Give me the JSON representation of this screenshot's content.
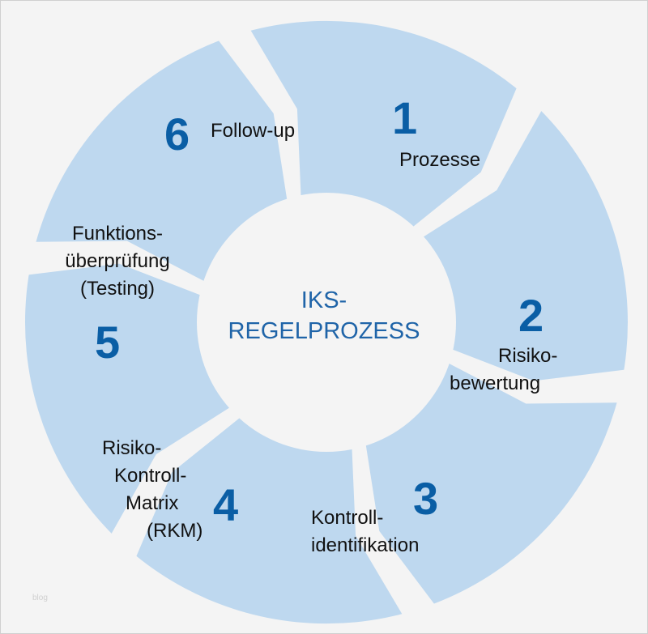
{
  "center_title": {
    "line1": "IKS-",
    "line2": "REGELPROZESS"
  },
  "steps": [
    {
      "number": "1",
      "lines": [
        "Prozesse"
      ]
    },
    {
      "number": "2",
      "lines": [
        "Risiko-",
        "bewertung"
      ]
    },
    {
      "number": "3",
      "lines": [
        "Kontroll-",
        "identifikation"
      ]
    },
    {
      "number": "4",
      "lines": [
        "Risiko-",
        "Kontroll-",
        "Matrix",
        "(RKM)"
      ]
    },
    {
      "number": "5",
      "lines": [
        "Funktions-",
        "überprüfung",
        "(Testing)"
      ]
    },
    {
      "number": "6",
      "lines": [
        "Follow-up"
      ]
    }
  ],
  "watermark": "blog",
  "colors": {
    "segment": "#bed8ef",
    "number": "#0a5ea5",
    "center_text": "#1f64a8",
    "background": "#f4f4f4"
  }
}
